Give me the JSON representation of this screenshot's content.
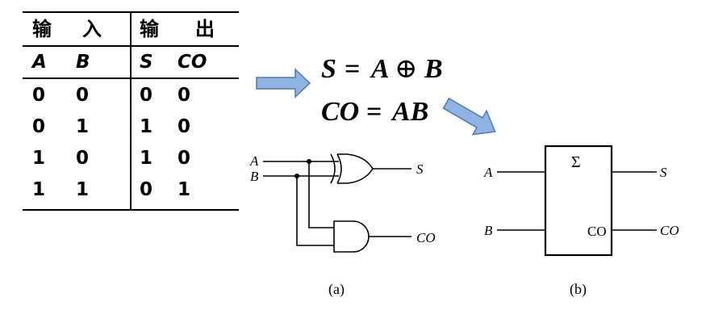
{
  "truth_table": {
    "group_headers": [
      "输",
      "入",
      "输",
      "出"
    ],
    "columns": [
      "A",
      "B",
      "S",
      "CO"
    ],
    "rows": [
      [
        "0",
        "0",
        "0",
        "0"
      ],
      [
        "0",
        "1",
        "1",
        "0"
      ],
      [
        "1",
        "0",
        "1",
        "0"
      ],
      [
        "1",
        "1",
        "0",
        "1"
      ]
    ]
  },
  "equations": {
    "sum": {
      "lhs": "S",
      "eq": "=",
      "a": "A",
      "op": "⊕",
      "b": "B"
    },
    "carry": {
      "lhs": "CO",
      "eq": "=",
      "rhs": "AB"
    }
  },
  "circuit_a": {
    "inputs": [
      "A",
      "B"
    ],
    "outputs": [
      "S",
      "CO"
    ],
    "caption": "(a)",
    "gates": [
      "xor-gate",
      "and-gate"
    ]
  },
  "circuit_b": {
    "symbol": "Σ",
    "inputs": [
      "A",
      "B"
    ],
    "internal_output_label": "CO",
    "outputs": [
      "S",
      "CO"
    ],
    "caption": "(b)"
  },
  "colors": {
    "arrow_fill": "#8fb4e3",
    "arrow_stroke": "#4f79b3",
    "line": "#000000"
  },
  "icons": [
    "right-arrow-icon",
    "down-right-arrow-icon"
  ]
}
